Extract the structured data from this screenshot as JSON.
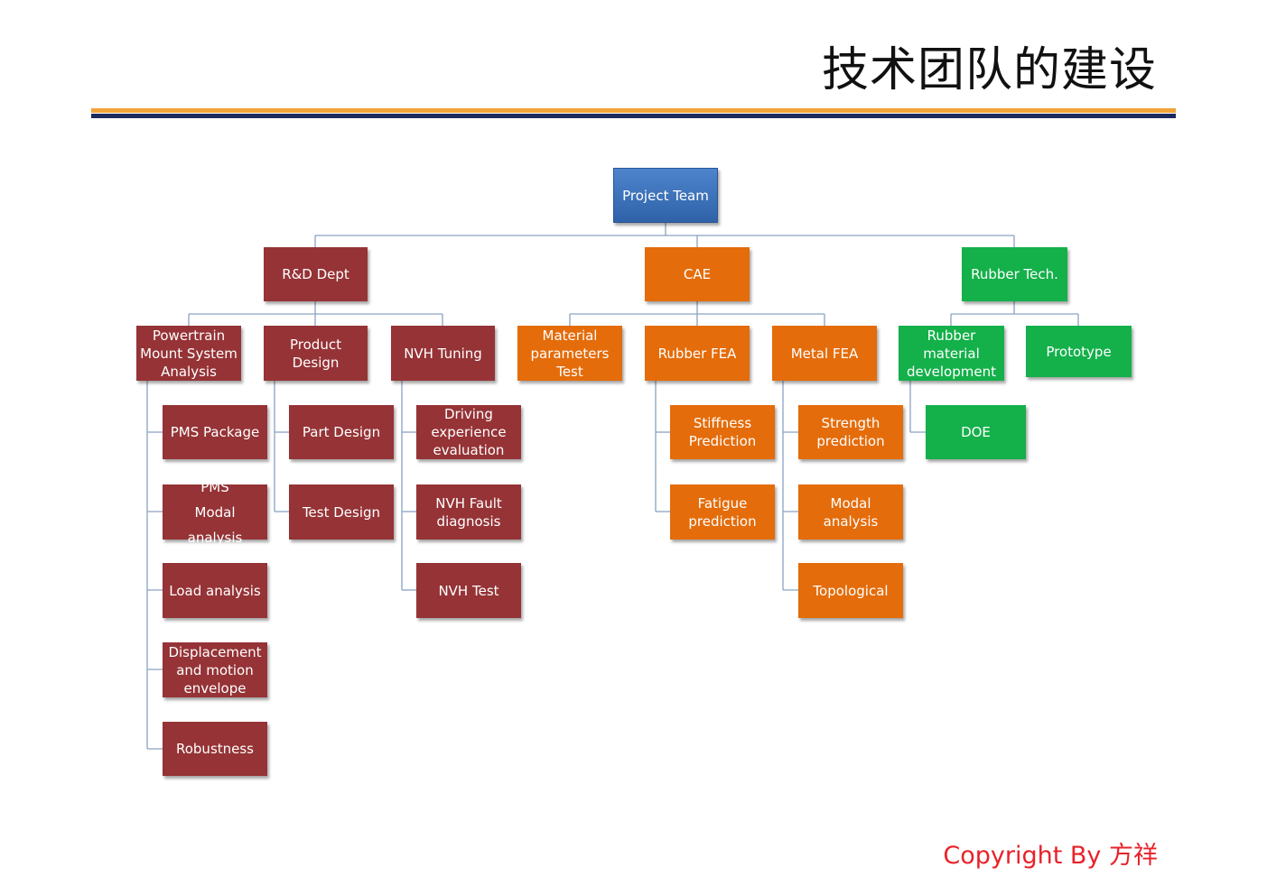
{
  "title": "技术团队的建设",
  "copyright": "Copyright By 方祥",
  "colors": {
    "root": "#3c72bb",
    "rd": "#953336",
    "cae": "#e46c0a",
    "rubber": "#14b04a",
    "connector": "#8aa2c2",
    "title_rule_top": "#f2a33a",
    "title_rule_bottom": "#1c2a5c",
    "copyright": "#e8222a"
  },
  "org": {
    "root": "Project Team",
    "depts": [
      {
        "label": "R&D Dept",
        "groups": [
          {
            "label": "Powertrain\nMount System\nAnalysis",
            "items": [
              "PMS Package",
              "PMS\nModal analysis",
              "Load analysis",
              "Displacement\nand motion\nenvelope",
              "Robustness"
            ]
          },
          {
            "label": "Product Design",
            "items": [
              "Part Design",
              "Test Design"
            ]
          },
          {
            "label": "NVH Tuning",
            "items": [
              "Driving\nexperience\nevaluation",
              "NVH Fault\ndiagnosis",
              "NVH Test"
            ]
          }
        ]
      },
      {
        "label": "CAE",
        "groups": [
          {
            "label": "Material\nparameters Test",
            "items": []
          },
          {
            "label": "Rubber FEA",
            "items": [
              "Stiffness\nPrediction",
              "Fatigue\nprediction"
            ]
          },
          {
            "label": "Metal FEA",
            "items": [
              "Strength\nprediction",
              "Modal analysis",
              "Topological"
            ]
          }
        ]
      },
      {
        "label": "Rubber Tech.",
        "groups": [
          {
            "label": "Rubber material\ndevelopment",
            "items": [
              "DOE"
            ]
          },
          {
            "label": "Prototype",
            "items": []
          }
        ]
      }
    ]
  }
}
